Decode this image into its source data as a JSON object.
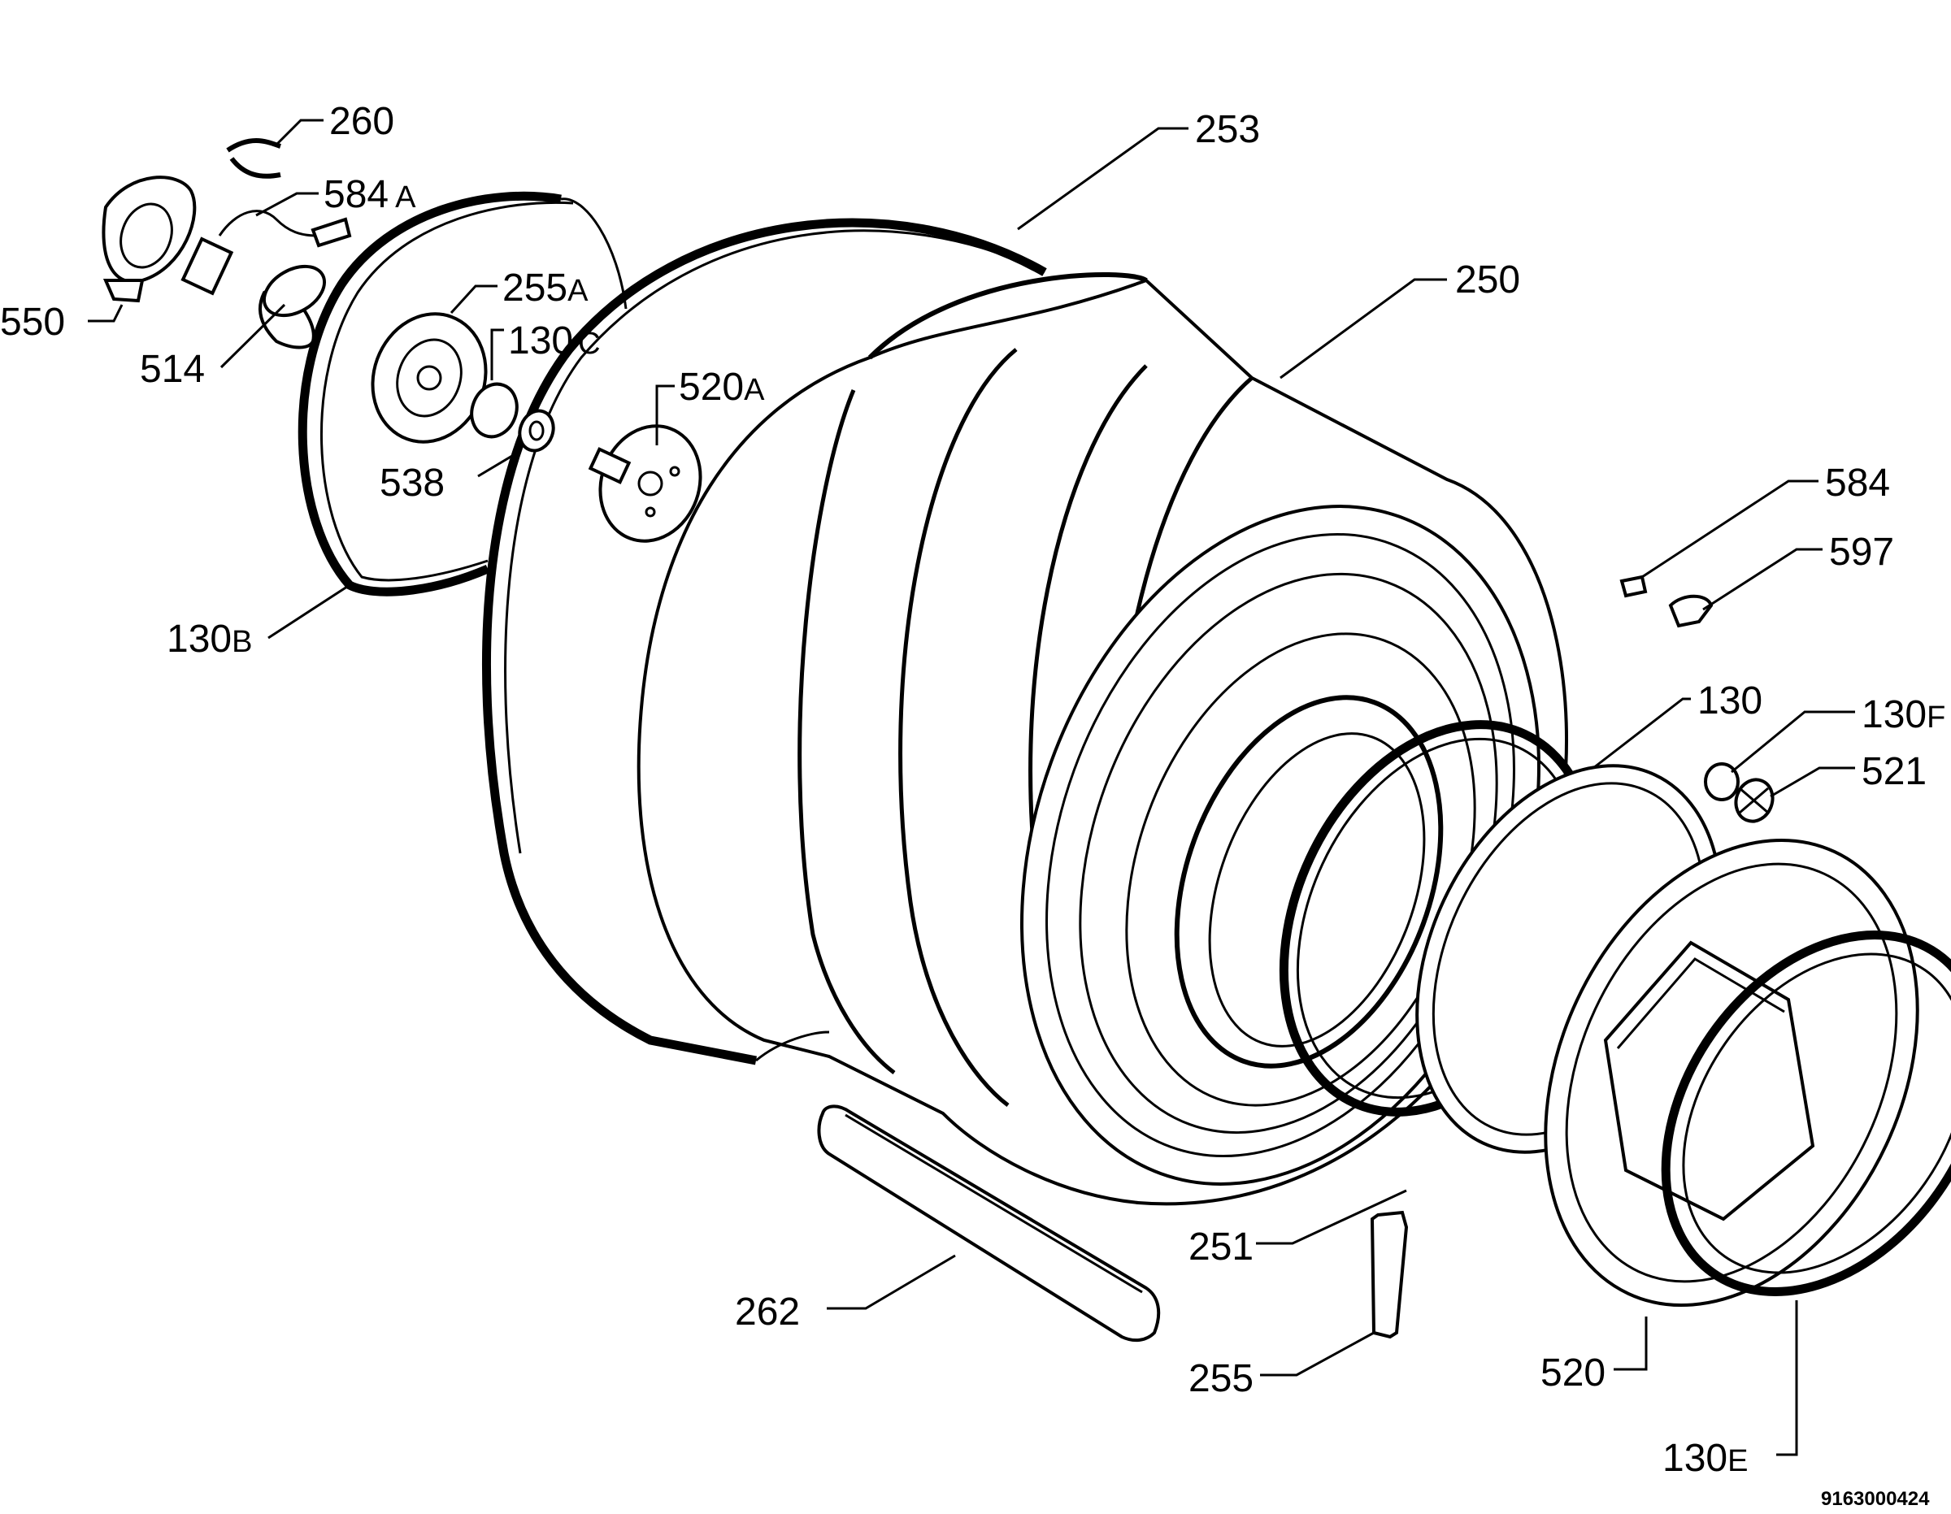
{
  "diagram": {
    "drawing_code": "9163000424",
    "parts": [
      {
        "id": "p260",
        "number": "260",
        "suffix": ""
      },
      {
        "id": "p584A",
        "number": "584",
        "suffix": "A"
      },
      {
        "id": "p253",
        "number": "253",
        "suffix": ""
      },
      {
        "id": "p255A",
        "number": "255",
        "suffix": "A"
      },
      {
        "id": "p250",
        "number": "250",
        "suffix": ""
      },
      {
        "id": "p550",
        "number": "550",
        "suffix": ""
      },
      {
        "id": "p130C",
        "number": "130",
        "suffix": "C"
      },
      {
        "id": "p514",
        "number": "514",
        "suffix": ""
      },
      {
        "id": "p520A",
        "number": "520",
        "suffix": "A"
      },
      {
        "id": "p538",
        "number": "538",
        "suffix": ""
      },
      {
        "id": "p584",
        "number": "584",
        "suffix": ""
      },
      {
        "id": "p597",
        "number": "597",
        "suffix": ""
      },
      {
        "id": "p130B",
        "number": "130",
        "suffix": "B"
      },
      {
        "id": "p130",
        "number": "130",
        "suffix": ""
      },
      {
        "id": "p130F",
        "number": "130",
        "suffix": "F"
      },
      {
        "id": "p521",
        "number": "521",
        "suffix": ""
      },
      {
        "id": "p251",
        "number": "251",
        "suffix": ""
      },
      {
        "id": "p262",
        "number": "262",
        "suffix": ""
      },
      {
        "id": "p520",
        "number": "520",
        "suffix": ""
      },
      {
        "id": "p255",
        "number": "255",
        "suffix": ""
      },
      {
        "id": "p130E",
        "number": "130",
        "suffix": "E"
      }
    ]
  }
}
